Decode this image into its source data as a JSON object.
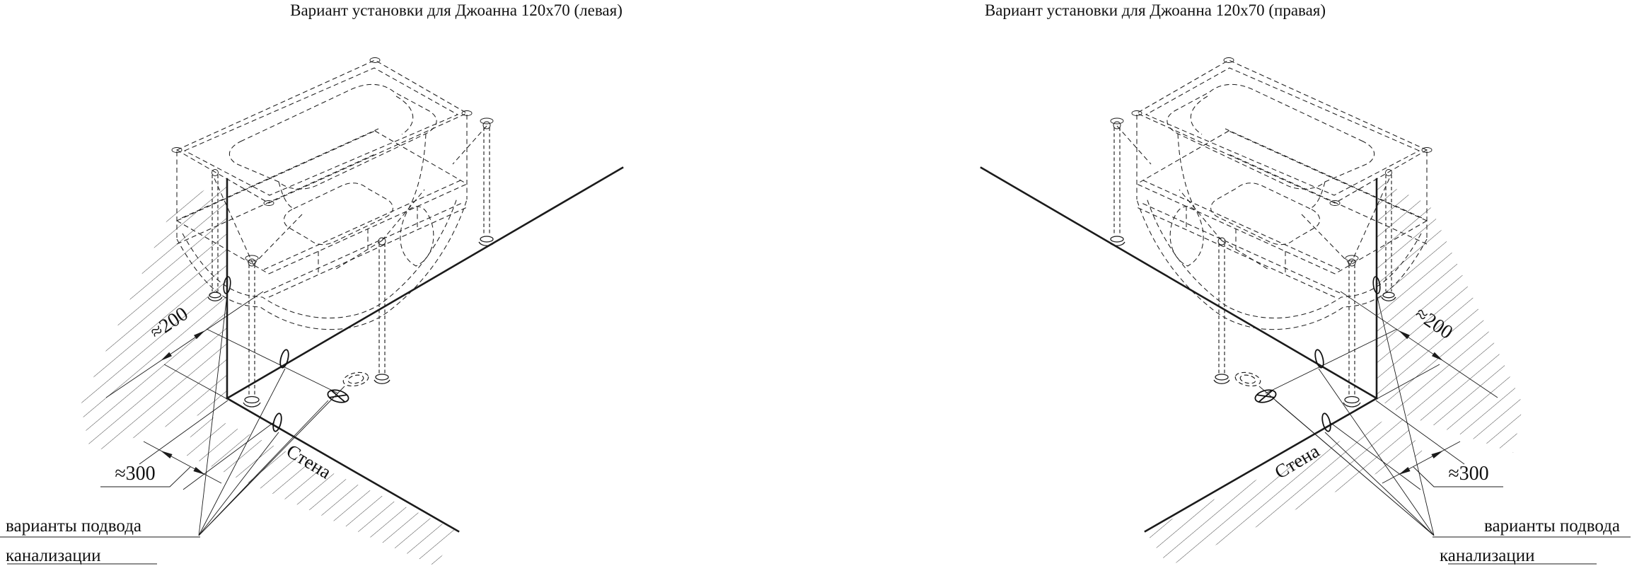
{
  "colors": {
    "ink": "#1b1b1b",
    "background": "#ffffff"
  },
  "diagrams": {
    "left": {
      "title": "Вариант установки для Джоанна 120х70 (левая)",
      "wall_label": "Стена",
      "dim_wall_offset": "≈200",
      "dim_drain_offset": "≈300",
      "note_line1": "варианты подвода",
      "note_line2": "канализации"
    },
    "right": {
      "title": "Вариант установки для Джоанна 120х70 (правая)",
      "wall_label": "Стена",
      "dim_wall_offset": "≈200",
      "dim_drain_offset": "≈300",
      "note_line1": "варианты подвода",
      "note_line2": "канализации"
    }
  }
}
